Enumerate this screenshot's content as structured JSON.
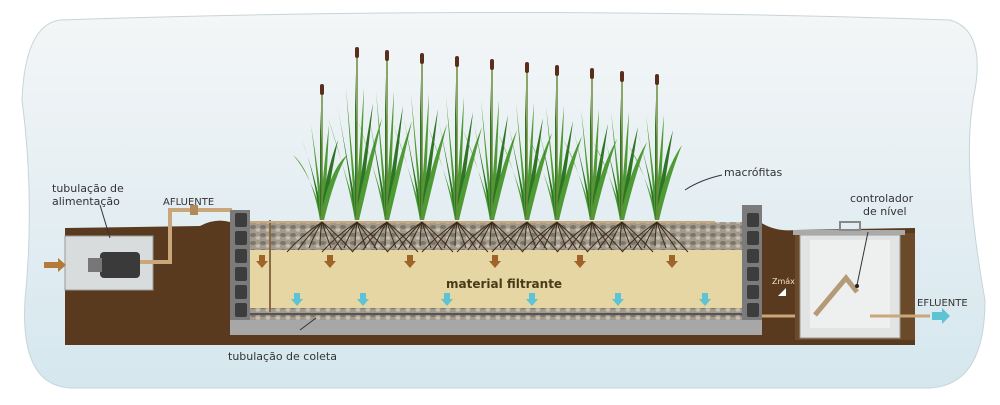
{
  "diagram": {
    "labels": {
      "feed_pipe_line1": "tubulação de",
      "feed_pipe_line2": "alimentação",
      "influent": "AFLUENTE",
      "macrophytes": "macrófitas",
      "level_controller_line1": "controlador",
      "level_controller_line2": "de nível",
      "filter_material": "material filtrante",
      "zmax": "Zmáx",
      "effluent": "EFLUENTE",
      "collection_pipe": "tubulação de coleta"
    },
    "colors": {
      "background": "#e8eff3",
      "soil": "#5a3a1e",
      "filter": "#e6d6a4",
      "plant": "#3f8a2e",
      "water_arrow": "#5fc3d6",
      "flow_arrow": "#a0642a"
    }
  }
}
